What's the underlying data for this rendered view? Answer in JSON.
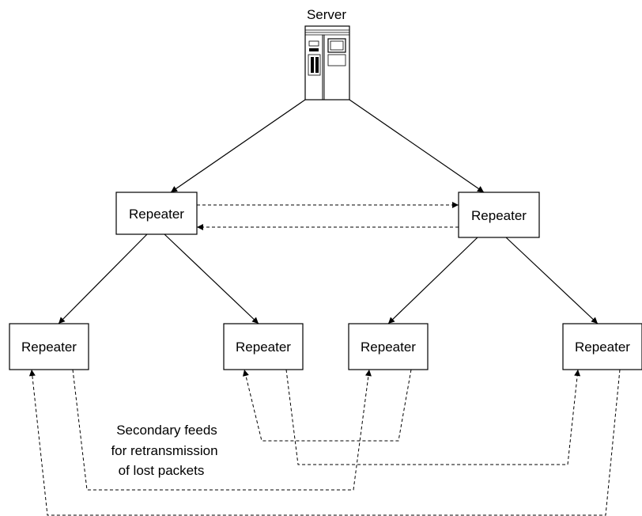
{
  "server": {
    "label": "Server",
    "icon": "server-icon"
  },
  "repeaters": {
    "left": "Repeater",
    "right": "Repeater",
    "leaf_1": "Repeater",
    "leaf_2": "Repeater",
    "leaf_3": "Repeater",
    "leaf_4": "Repeater"
  },
  "caption": {
    "line1": "Secondary feeds",
    "line2": "for retransmission",
    "line3": "of lost packets"
  },
  "edges": {
    "primary": "solid",
    "secondary": "dashed"
  }
}
